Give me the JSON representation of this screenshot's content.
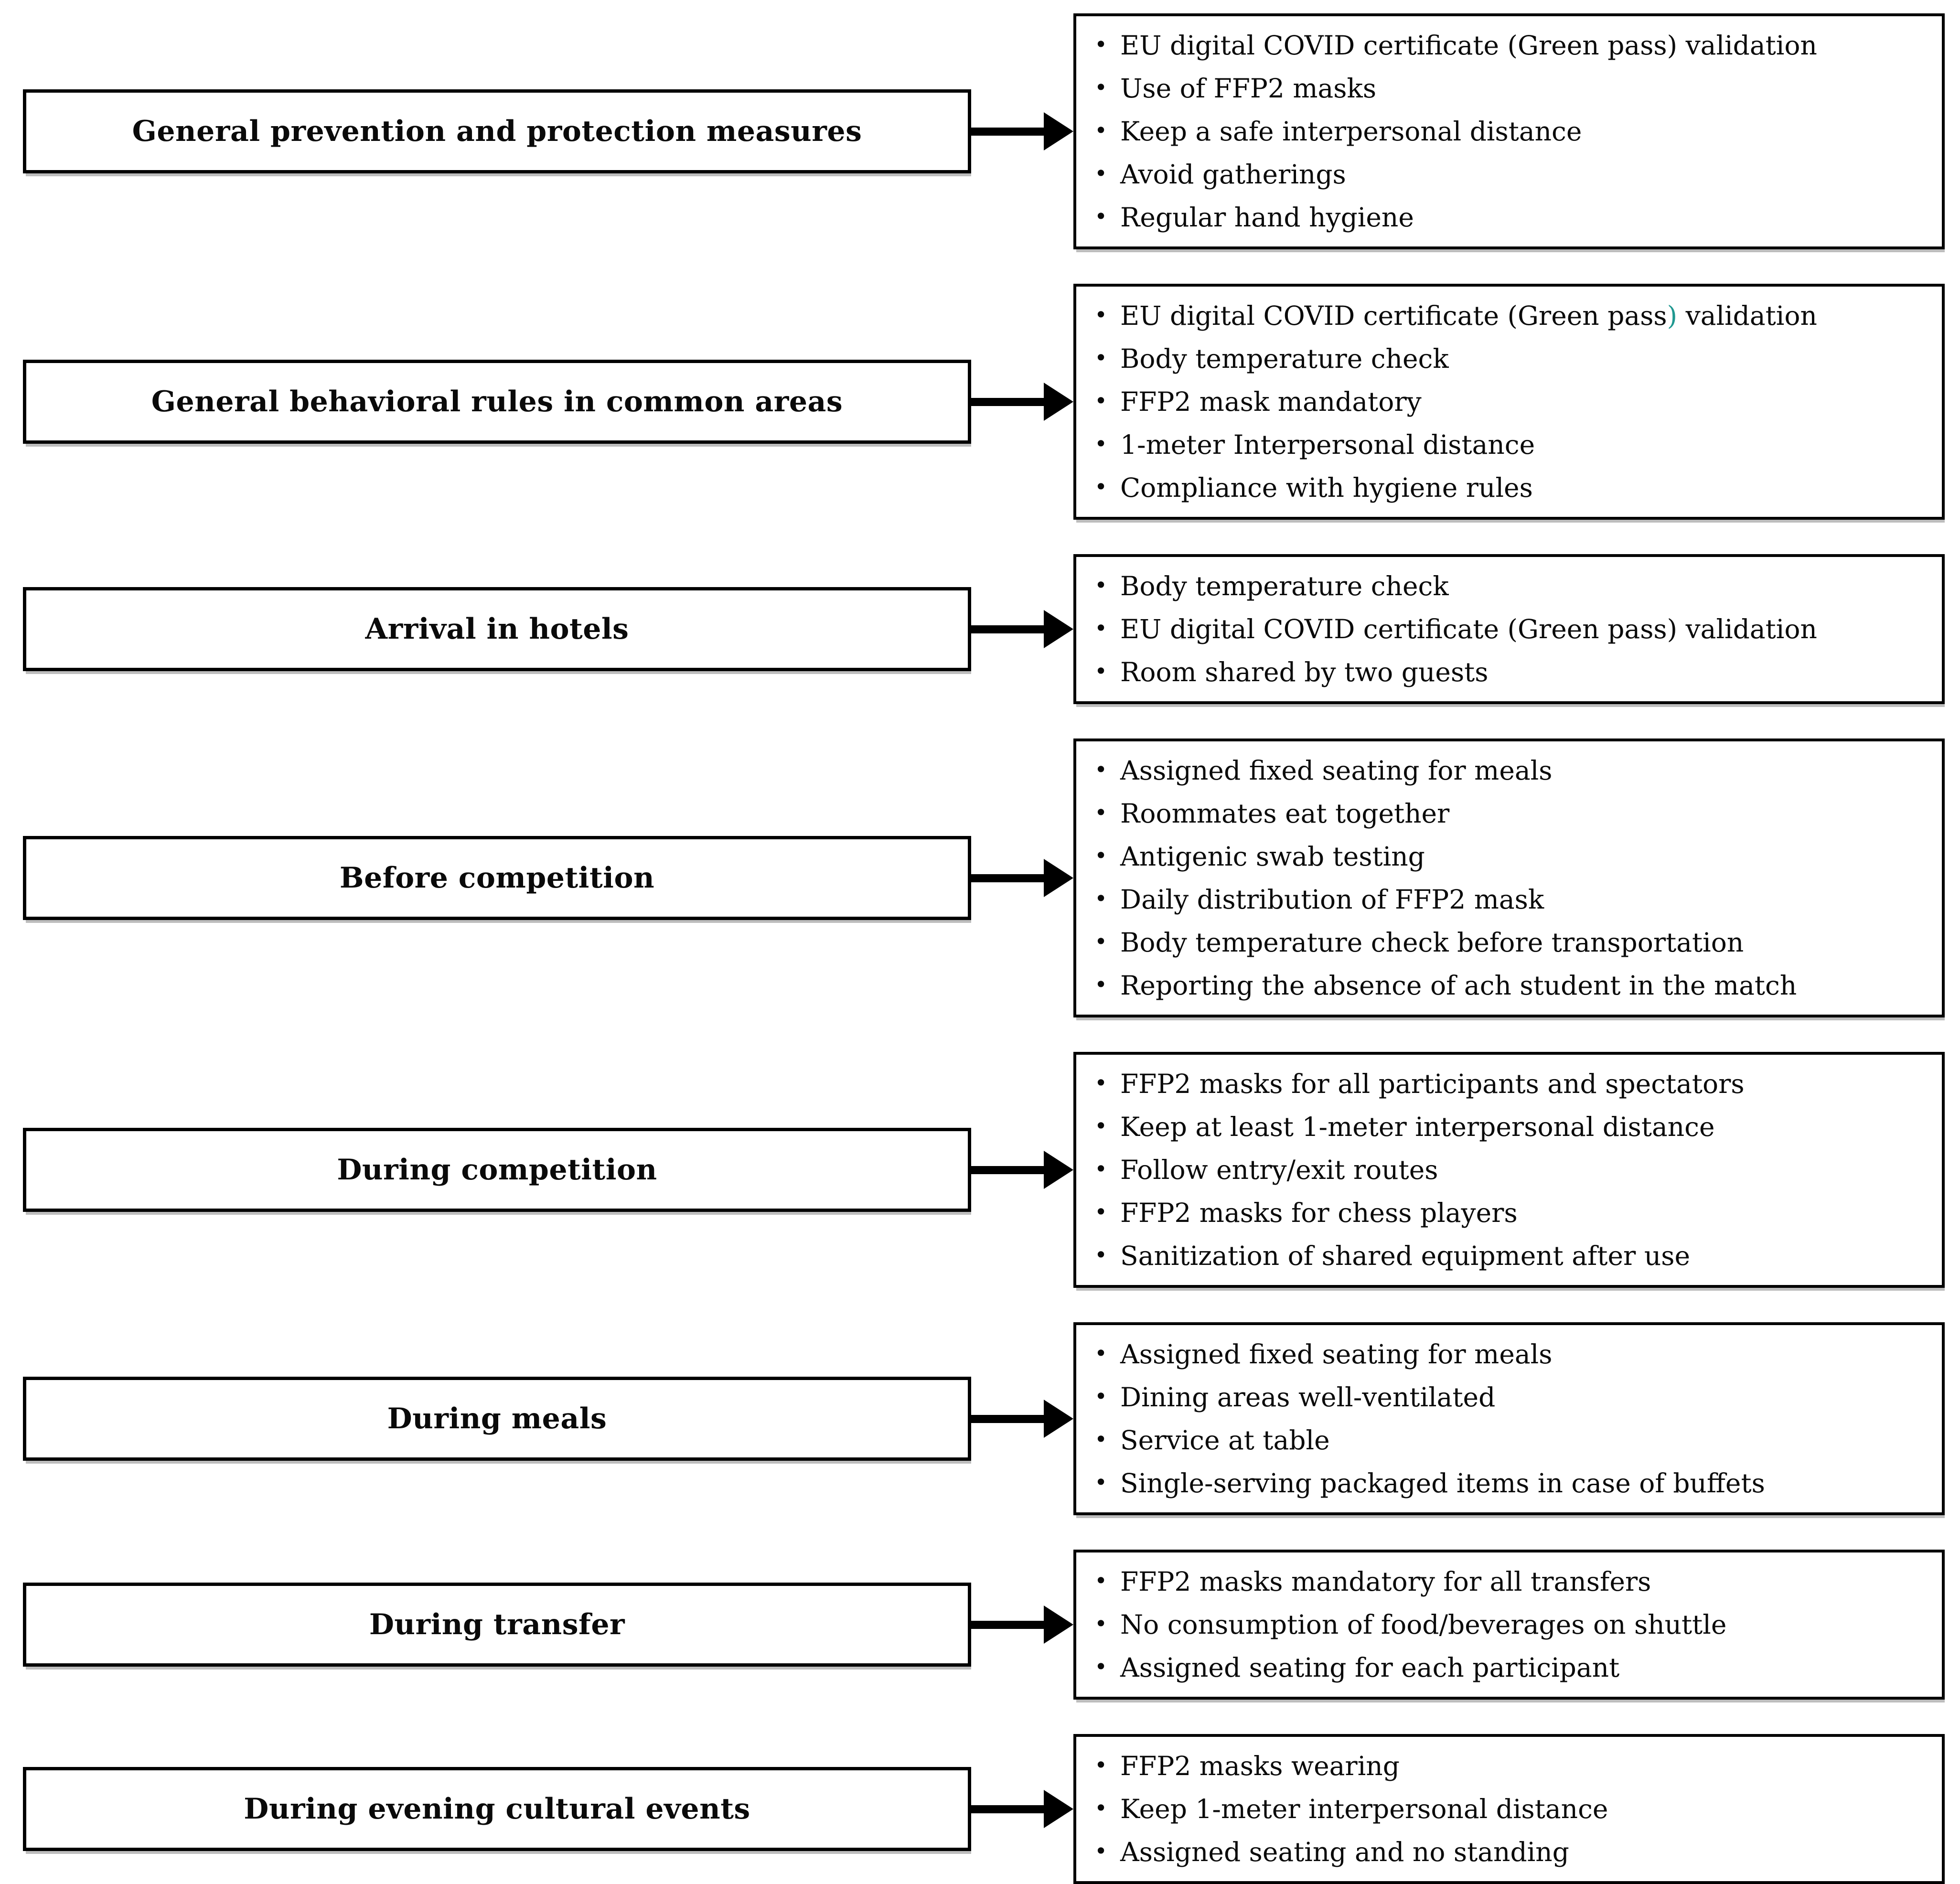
{
  "colors": {
    "ink": "#0a0a0a",
    "teal_accent": "#1f9890"
  },
  "rows": [
    {
      "label": "General prevention and protection measures",
      "items": [
        "EU digital COVID certificate (Green pass) validation",
        "Use of FFP2 masks",
        "Keep a safe interpersonal distance",
        "Avoid gatherings",
        "Regular hand hygiene"
      ]
    },
    {
      "label": "General behavioral rules in common areas",
      "items": [
        {
          "segments": [
            {
              "text": "EU digital COVID certificate (Green pass"
            },
            {
              "text": ")",
              "teal": true
            },
            {
              "text": " validation"
            }
          ]
        },
        "Body temperature check",
        "FFP2 mask mandatory",
        "1-meter Interpersonal distance",
        "Compliance with hygiene rules"
      ]
    },
    {
      "label": "Arrival in hotels",
      "items": [
        "Body temperature check",
        "EU digital COVID certificate (Green pass) validation",
        "Room shared by two guests"
      ]
    },
    {
      "label": "Before competition",
      "items": [
        "Assigned fixed seating for meals",
        "Roommates eat together",
        "Antigenic swab testing",
        "Daily distribution of FFP2 mask",
        "Body temperature check before transportation",
        "Reporting the absence of ach student in the match"
      ]
    },
    {
      "label": "During competition",
      "items": [
        "FFP2 masks for all participants and spectators",
        "Keep at least 1-meter interpersonal distance",
        "Follow entry/exit routes",
        "FFP2 masks for chess players",
        "Sanitization of shared equipment after use"
      ]
    },
    {
      "label": "During meals",
      "items": [
        "Assigned fixed seating for meals",
        "Dining areas well-ventilated",
        "Service at table",
        "Single-serving packaged items in case of buffets"
      ]
    },
    {
      "label": "During transfer",
      "items": [
        "FFP2 masks mandatory for all transfers",
        "No consumption of food/beverages on shuttle",
        "Assigned seating for each participant"
      ]
    },
    {
      "label": "During evening cultural events",
      "items": [
        "FFP2 masks wearing",
        "Keep 1-meter interpersonal distance",
        "Assigned seating and no standing"
      ]
    }
  ]
}
